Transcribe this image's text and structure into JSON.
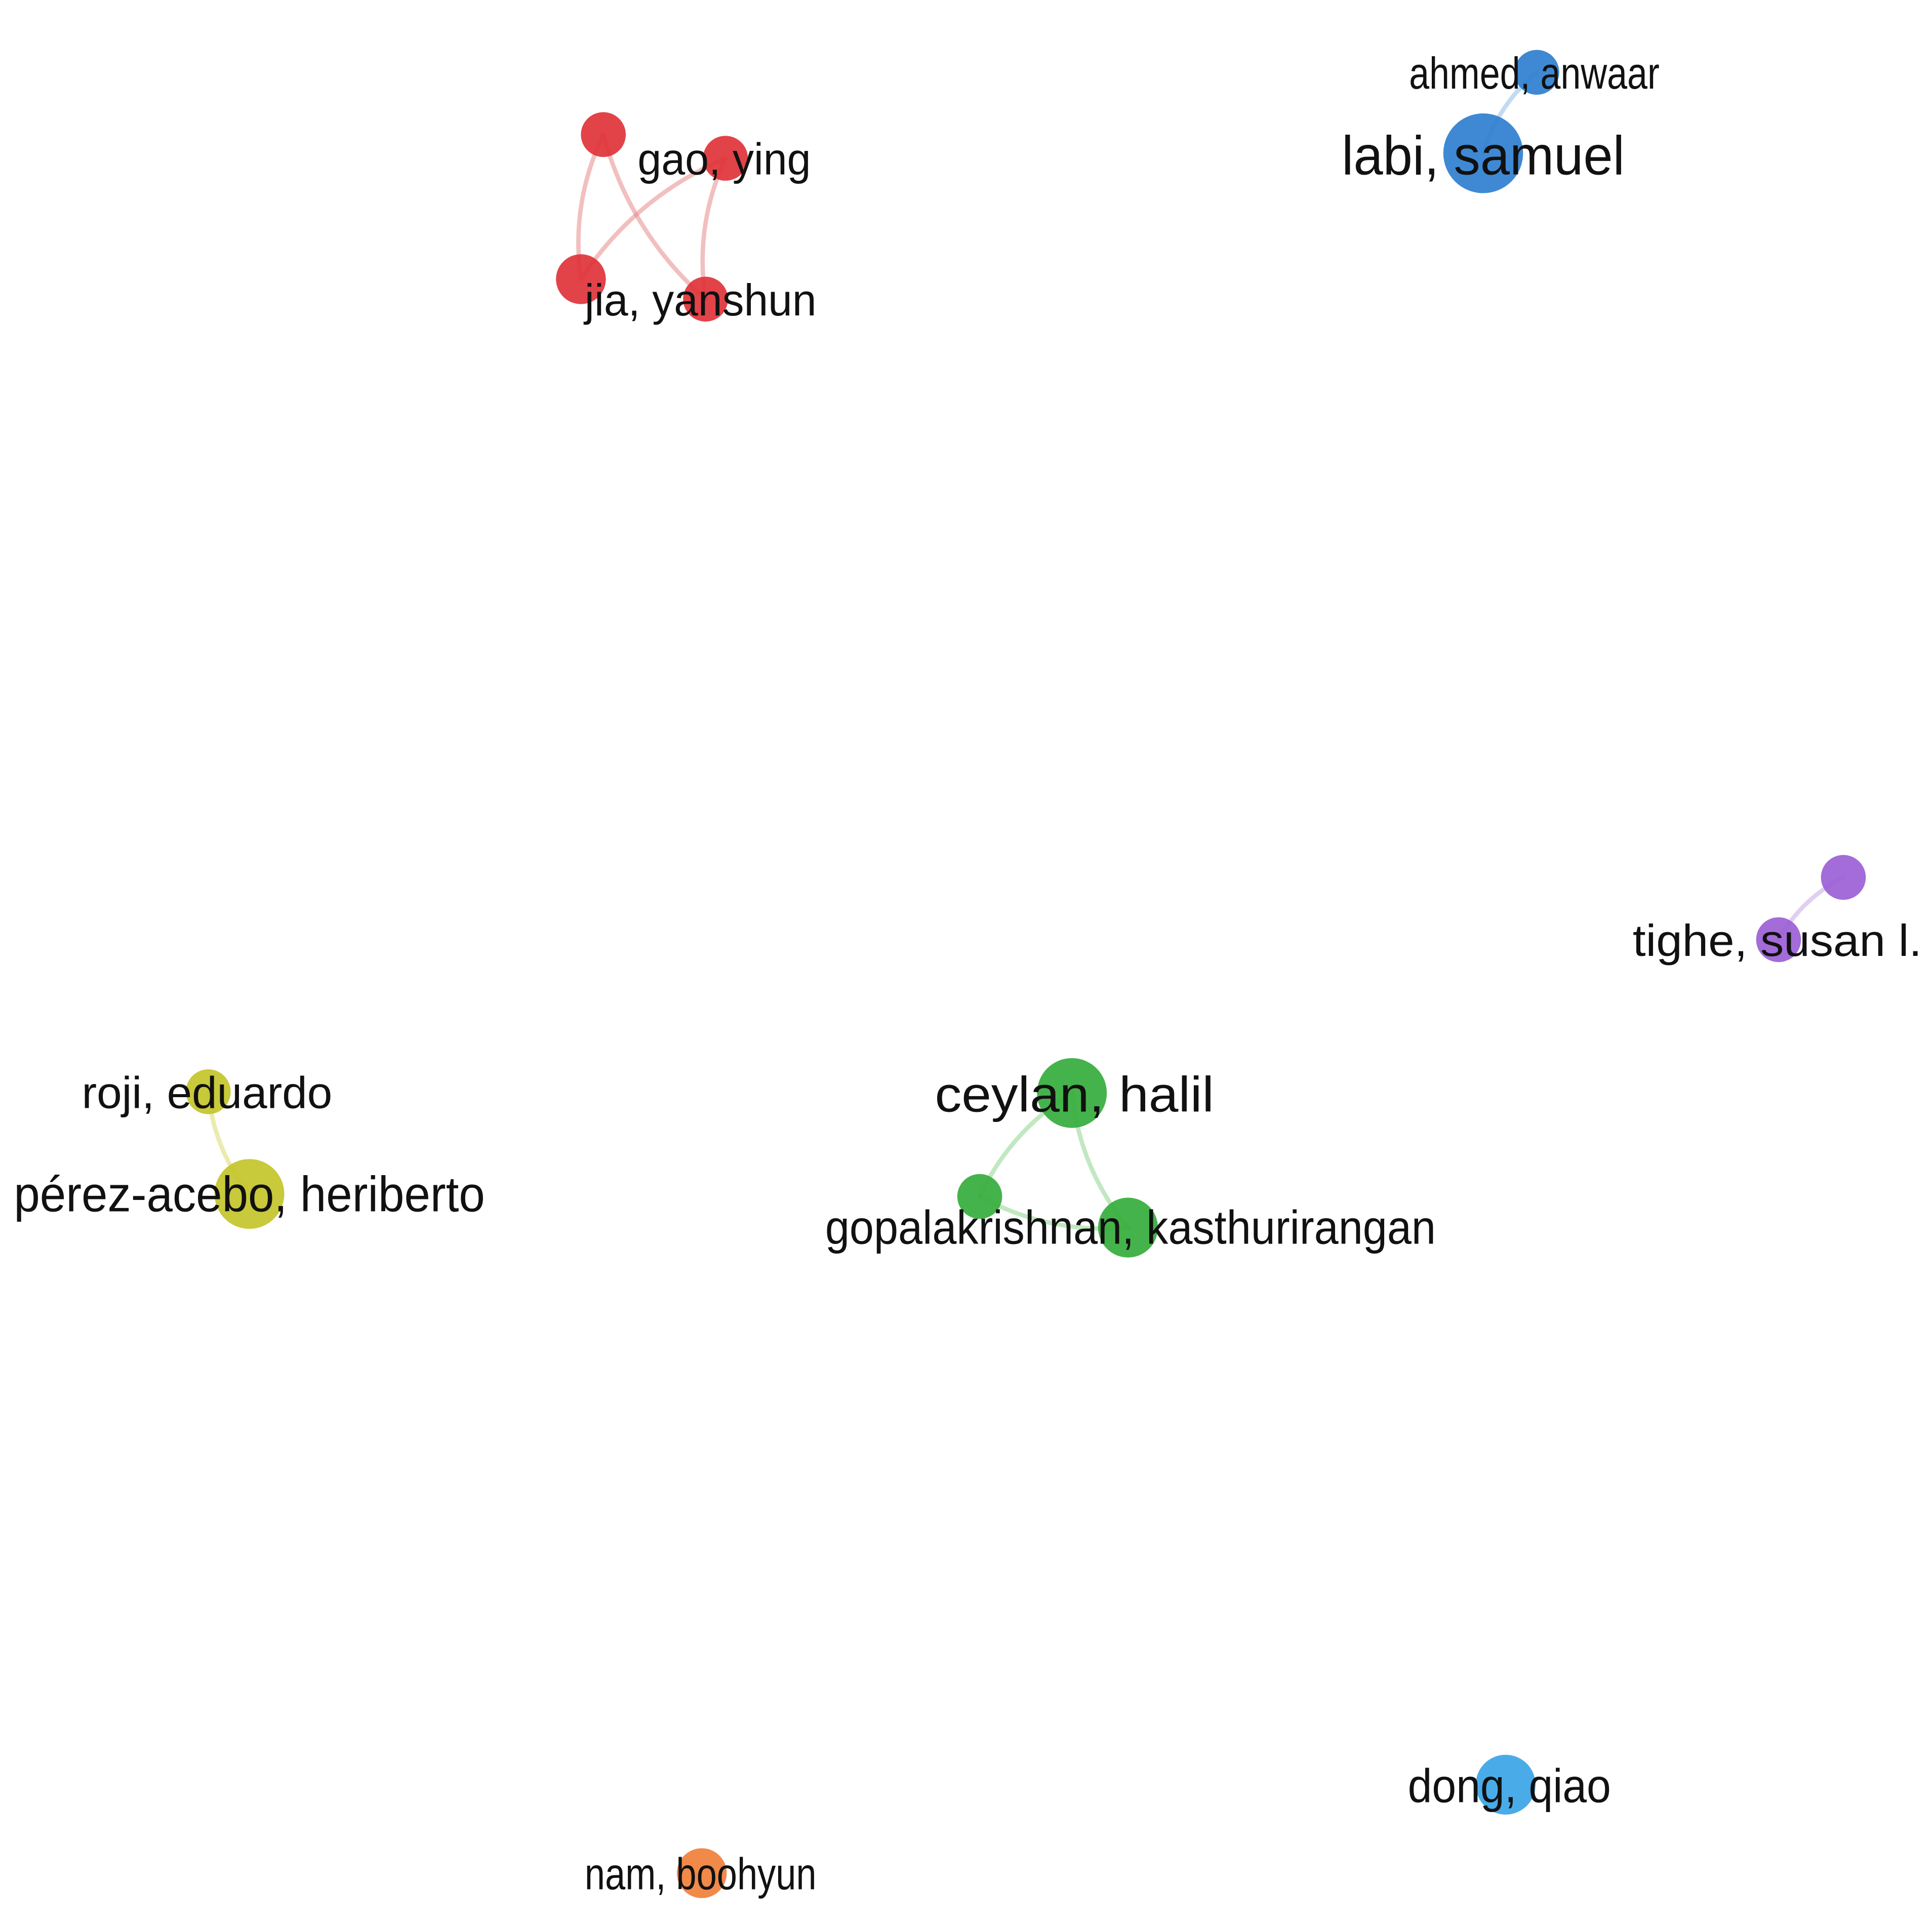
{
  "title": "Co-authorship network",
  "clusters": [
    {
      "id": "red",
      "color": "#e0333a",
      "edge_color": "#e88a8a"
    },
    {
      "id": "blue",
      "color": "#2f7fd0",
      "edge_color": "#8fbde8"
    },
    {
      "id": "purple",
      "color": "#9b5fd6",
      "edge_color": "#c9a8ea"
    },
    {
      "id": "yellow",
      "color": "#c3c42a",
      "edge_color": "#dada6e"
    },
    {
      "id": "green",
      "color": "#35ad3c",
      "edge_color": "#8fd68f"
    },
    {
      "id": "lightblue",
      "color": "#3aa5e6",
      "edge_color": "#9ed2f2"
    },
    {
      "id": "orange",
      "color": "#f07f3a",
      "edge_color": "#f5b38b"
    }
  ],
  "nodes": [
    {
      "id": "red1",
      "cluster": "red",
      "label": ""
    },
    {
      "id": "gao",
      "cluster": "red",
      "label": "gao, ying"
    },
    {
      "id": "red3",
      "cluster": "red",
      "label": ""
    },
    {
      "id": "jia",
      "cluster": "red",
      "label": "jia, yanshun"
    },
    {
      "id": "ahmed",
      "cluster": "blue",
      "label": "ahmed, anwaar"
    },
    {
      "id": "labi",
      "cluster": "blue",
      "label": "labi, samuel"
    },
    {
      "id": "purple1",
      "cluster": "purple",
      "label": ""
    },
    {
      "id": "tighe",
      "cluster": "purple",
      "label": "tighe, susan l."
    },
    {
      "id": "roji",
      "cluster": "yellow",
      "label": "roji, eduardo"
    },
    {
      "id": "perez",
      "cluster": "yellow",
      "label": "pérez-acebo, heriberto"
    },
    {
      "id": "ceylan",
      "cluster": "green",
      "label": "ceylan, halil"
    },
    {
      "id": "green2",
      "cluster": "green",
      "label": ""
    },
    {
      "id": "gopal",
      "cluster": "green",
      "label": "gopalakrishnan, kasthurirangan"
    },
    {
      "id": "dong",
      "cluster": "lightblue",
      "label": "dong, qiao"
    },
    {
      "id": "nam",
      "cluster": "orange",
      "label": "nam, boohyun"
    }
  ],
  "edges": [
    [
      "red1",
      "red3"
    ],
    [
      "red1",
      "jia"
    ],
    [
      "gao",
      "red3"
    ],
    [
      "gao",
      "jia"
    ],
    [
      "ahmed",
      "labi"
    ],
    [
      "purple1",
      "tighe"
    ],
    [
      "roji",
      "perez"
    ],
    [
      "ceylan",
      "green2"
    ],
    [
      "ceylan",
      "gopal"
    ],
    [
      "green2",
      "gopal"
    ]
  ]
}
